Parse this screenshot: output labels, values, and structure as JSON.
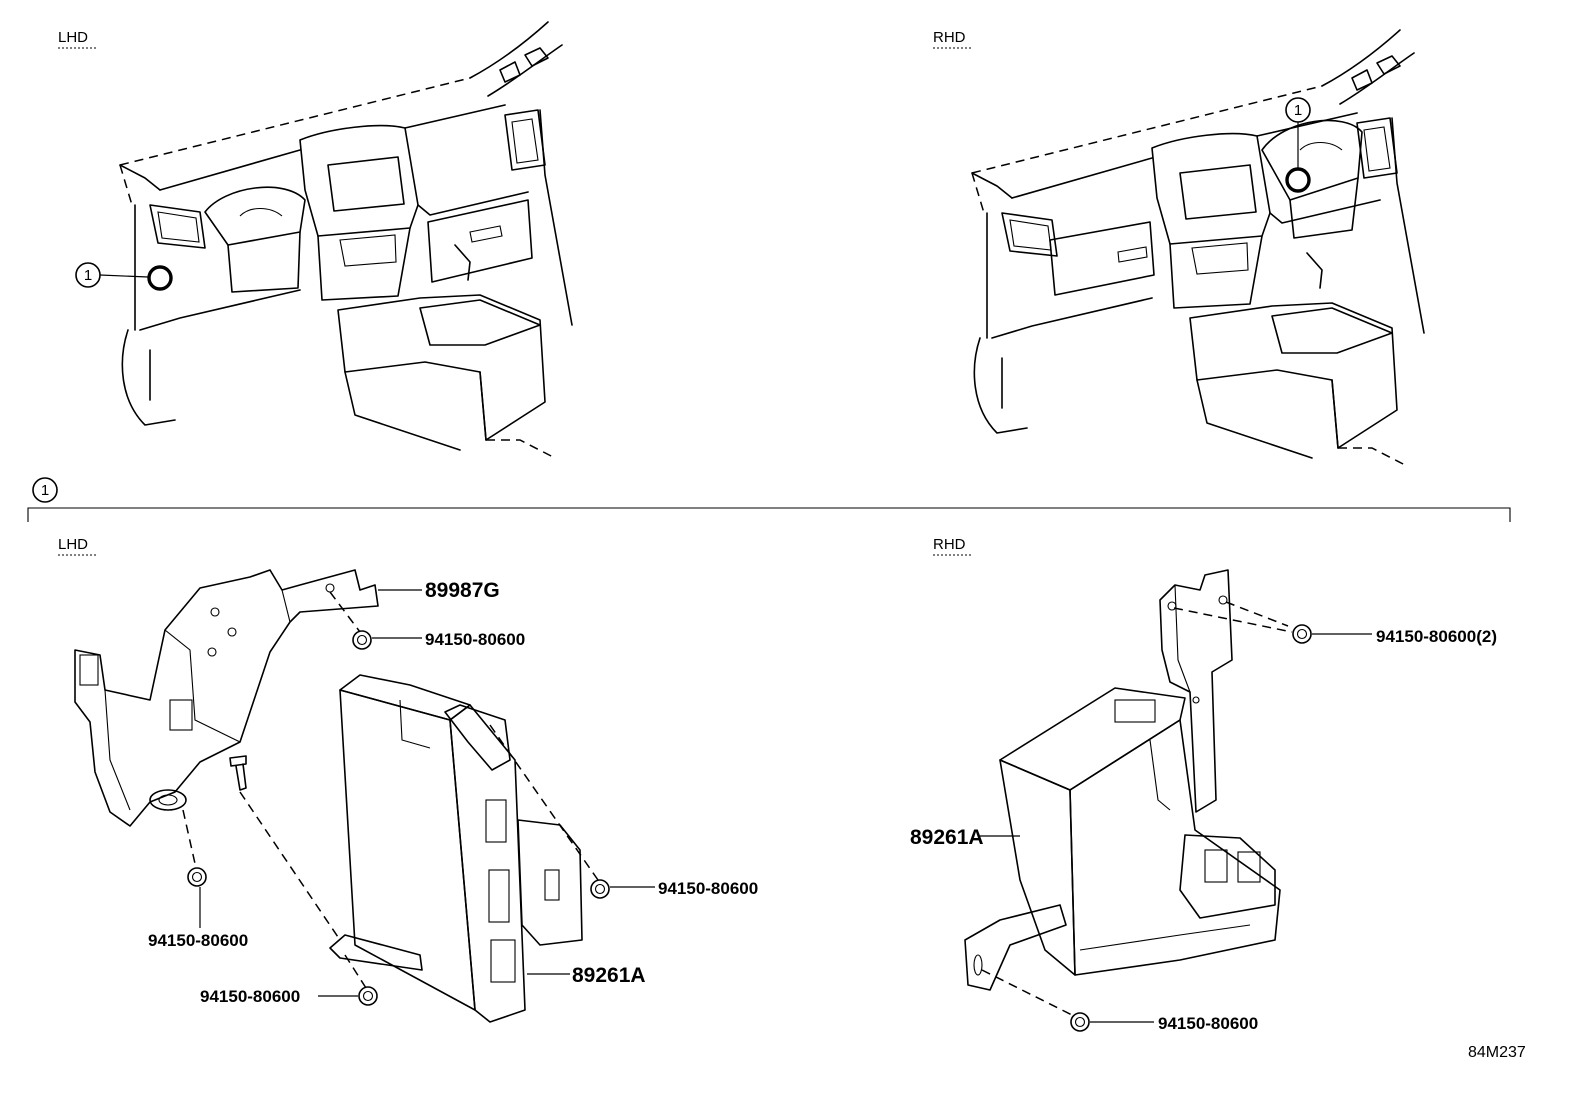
{
  "top": {
    "lhd_label": "LHD",
    "rhd_label": "RHD",
    "lhd_callout": "1",
    "rhd_callout": "1"
  },
  "detail": {
    "marker": "1",
    "lhd_label": "LHD",
    "rhd_label": "RHD"
  },
  "lhd_parts": [
    "89987G",
    "94150-80600",
    "94150-80600",
    "94150-80600",
    "89261A",
    "94150-80600"
  ],
  "rhd_parts": [
    "94150-80600(2)",
    "89261A",
    "94150-80600"
  ],
  "figure_code": "84M237"
}
